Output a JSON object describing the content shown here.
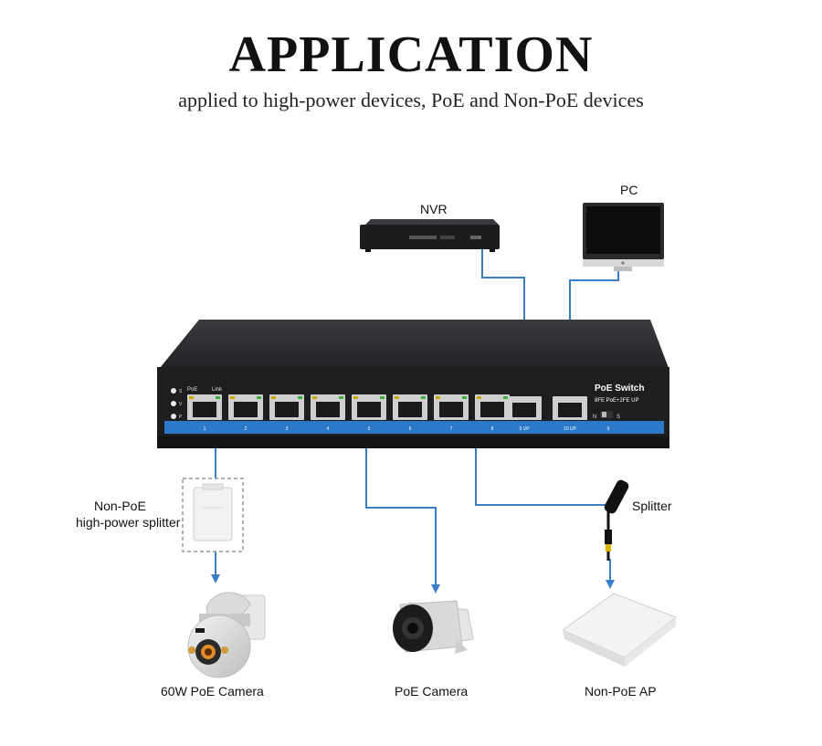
{
  "header": {
    "title": "APPLICATION",
    "subtitle": "applied to high-power devices, PoE and Non-PoE devices"
  },
  "devices": {
    "nvr": "NVR",
    "pc": "PC",
    "splitter_left_line1": "Non-PoE",
    "splitter_left_line2": "high-power splitter",
    "splitter_right": "Splitter",
    "camera_60w": "60W PoE Camera",
    "poe_camera": "PoE Camera",
    "non_poe_ap": "Non-PoE AP"
  },
  "switch": {
    "brand_line1": "PoE Switch",
    "brand_line2": "8FE PoE+2FE UP",
    "led_labels": [
      "S",
      "V",
      "P"
    ],
    "header_poe": "PoE",
    "header_link": "Link",
    "port_numbers": [
      "1",
      "2",
      "3",
      "4",
      "5",
      "6",
      "7",
      "8",
      "9 UP",
      "10 UP"
    ],
    "dip_left": "N",
    "dip_right": "S",
    "dip_num": "9"
  },
  "colors": {
    "connector": "#3a7ec8",
    "switch_body": "#1e1e20",
    "switch_stripe": "#2c78c9"
  }
}
